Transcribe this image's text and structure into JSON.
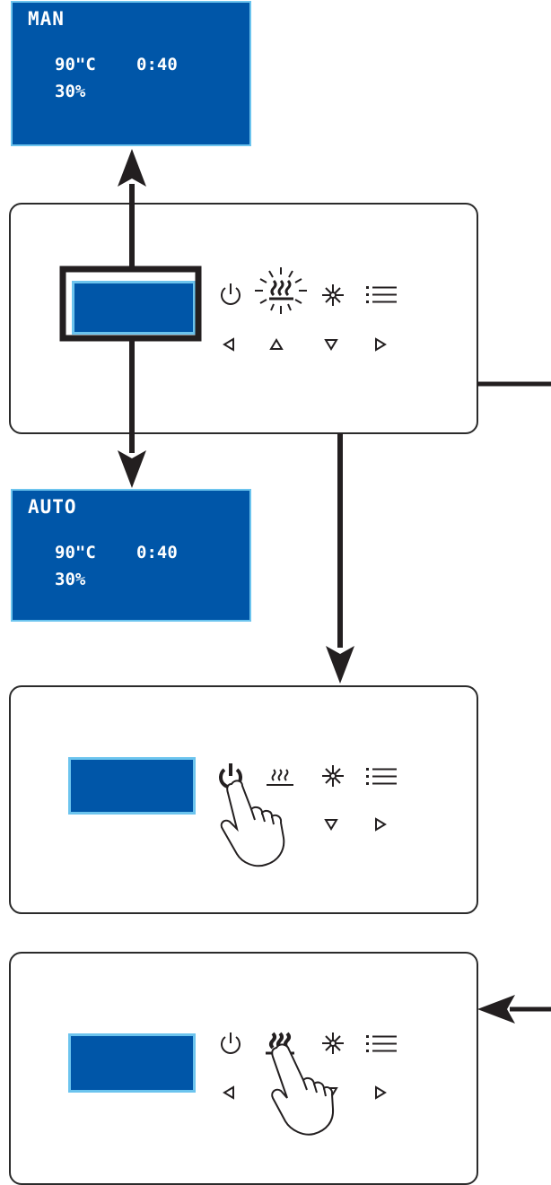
{
  "display_top": {
    "mode": "MAN",
    "temperature": "90\"C",
    "time": "0:40",
    "power": "30%"
  },
  "display_auto": {
    "mode": "AUTO",
    "temperature": "90\"C",
    "time": "0:40",
    "power": "30%"
  },
  "colors": {
    "lcd_fill": "#0056a8",
    "lcd_border": "#6cc4ee",
    "outline": "#2b2b2b",
    "arrow": "#231f20"
  },
  "icons": [
    "power-icon",
    "heating-icon",
    "light-icon",
    "menu-icon",
    "left-triangle-icon",
    "up-triangle-icon",
    "down-triangle-icon",
    "right-triangle-icon",
    "pointing-hand-icon"
  ]
}
